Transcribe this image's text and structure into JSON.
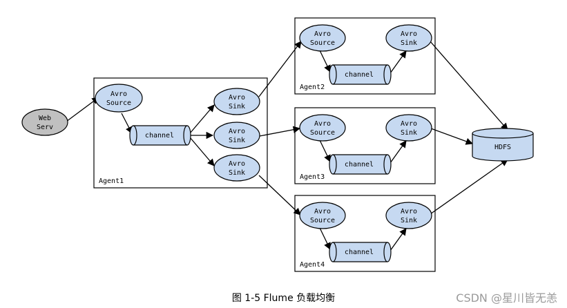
{
  "colors": {
    "node_fill": "#c6d9f1",
    "source_fill": "#c0c0c0",
    "stroke": "#000000"
  },
  "source": {
    "line1": "Web",
    "line2": "Serv"
  },
  "agents": [
    {
      "label": "Agent1",
      "source": {
        "line1": "Avro",
        "line2": "Source"
      },
      "channel": "channel",
      "sinks": [
        {
          "line1": "Avro",
          "line2": "Sink"
        },
        {
          "line1": "Avro",
          "line2": "Sink"
        },
        {
          "line1": "Avro",
          "line2": "Sink"
        }
      ]
    },
    {
      "label": "Agent2",
      "source": {
        "line1": "Avro",
        "line2": "Source"
      },
      "channel": "channel",
      "sink": {
        "line1": "Avro",
        "line2": "Sink"
      }
    },
    {
      "label": "Agent3",
      "source": {
        "line1": "Avro",
        "line2": "Source"
      },
      "channel": "channel",
      "sink": {
        "line1": "Avro",
        "line2": "Sink"
      }
    },
    {
      "label": "Agent4",
      "source": {
        "line1": "Avro",
        "line2": "Source"
      },
      "channel": "channel",
      "sink": {
        "line1": "Avro",
        "line2": "Sink"
      }
    }
  ],
  "storage": "HDFS",
  "caption": "图 1-5 Flume 负载均衡",
  "watermark": "CSDN @星川皆无恙"
}
